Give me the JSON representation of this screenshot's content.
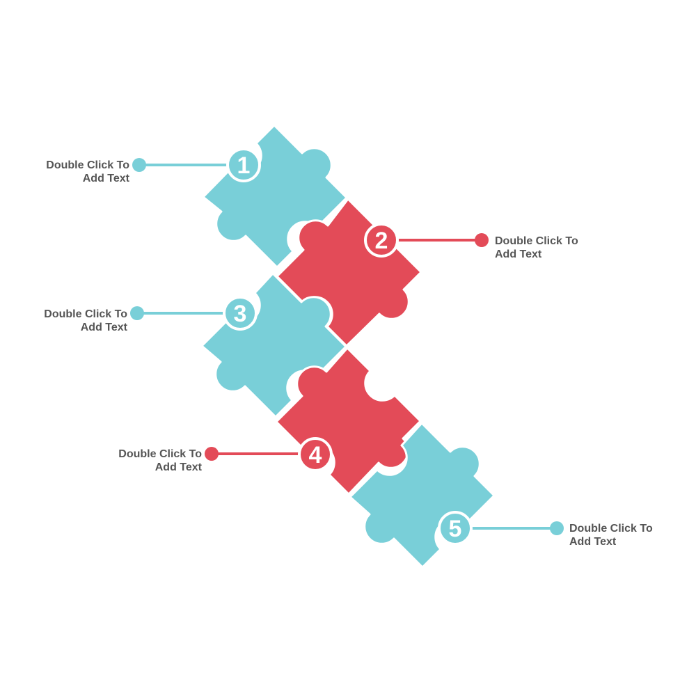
{
  "colors": {
    "teal": "#79CFD8",
    "red": "#E34B58",
    "text": "#555555",
    "outline": "#FFFFFF"
  },
  "steps": [
    {
      "number": "1",
      "line1": "Double Click To",
      "line2": "Add Text",
      "color": "teal",
      "side": "left"
    },
    {
      "number": "2",
      "line1": "Double Click To",
      "line2": "Add Text",
      "color": "red",
      "side": "right"
    },
    {
      "number": "3",
      "line1": "Double Click To",
      "line2": "Add Text",
      "color": "teal",
      "side": "left"
    },
    {
      "number": "4",
      "line1": "Double Click To",
      "line2": "Add Text",
      "color": "red",
      "side": "left"
    },
    {
      "number": "5",
      "line1": "Double Click To",
      "line2": "Add Text",
      "color": "teal",
      "side": "right"
    }
  ]
}
